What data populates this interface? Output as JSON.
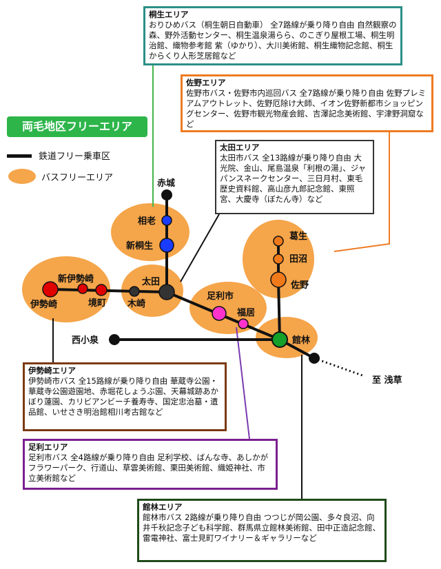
{
  "title": "両毛地区フリーエリア",
  "legend": {
    "rail": "鉄道フリー乗車区",
    "bus": "バスフリーエリア"
  },
  "stations": {
    "akagi": "赤城",
    "aioi": "相老",
    "shinkiryu": "新桐生",
    "ota": "太田",
    "kizaki": "木崎",
    "sakaimachi": "境町",
    "shinisesaki": "新伊勢崎",
    "isesaki": "伊勢崎",
    "nishikoizumi": "西小泉",
    "ashikagashi": "足利市",
    "fukui": "福居",
    "tatebayashi": "館林",
    "asakusa": "至 浅草",
    "kuzuu": "葛生",
    "tanuma": "田沼",
    "sano": "佐野"
  },
  "areas": {
    "kiryu": {
      "title": "桐生エリア",
      "body": "おりひめバス（桐生朝日自動車） 全7路線が乗り降り自由 自然観察の森、野外活動センター、桐生温泉湯らら、のこぎり屋根工場、桐生明治館、織物参考館 紫（ゆかり）、大川美術館、桐生織物記念館、桐生からくり人形芝居館など"
    },
    "sano": {
      "title": "佐野エリア",
      "body": "佐野市バス・佐野市内巡回バス 全7路線が乗り降り自由 佐野プレミアムアウトレット、佐野厄除け大師、イオン佐野新都市ショッピングセンター、佐野市観光物産会館、吉澤記念美術館、宇津野洞窟など"
    },
    "ota": {
      "title": "太田エリア",
      "body": "太田市バス 全13路線が乗り降り自由 大光院、金山、尾島温泉「利根の湯」、ジャパンスネークセンター、三日月村、東毛歴史資料館、高山彦九郎記念館、東照宮、大慶寺（ぼたん寺）など"
    },
    "isesaki": {
      "title": "伊勢崎エリア",
      "body": "伊勢崎市バス 全15路線が乗り降り自由 華蔵寺公園・華蔵寺公園遊園地、赤堀花しょうぶ園、天幕城跡あかぼり蓮園、カリビアンビーチ養寿寺、国定忠治墓・遺品館、いせさき明治館相川考古館など"
    },
    "ashikaga": {
      "title": "足利エリア",
      "body": "足利市バス 全4路線が乗り降り自由 足利学校、ばんな寺、あしかがフラワーパーク、行道山、草雲美術館、栗田美術館、織姫神社、市立美術館など"
    },
    "tatebayashi": {
      "title": "館林エリア",
      "body": "館林市バス 2路線が乗り降り自由 つつじが岡公園、多々良沼、向井千秋記念子ども科学館、群馬県立館林美術館、田中正造記念館、雷電神社、富士見町ワイナリー＆ギャラリーなど"
    }
  },
  "colors": {
    "bus_area": "#f5a54a",
    "rail": "#111111",
    "kiryu_line": "#1a3cff",
    "isesaki_line": "#e00000",
    "ota_hub": "#333333",
    "ashikaga_line": "#ff33cc",
    "tatebayashi_hub": "#15a02a",
    "sano_line": "#f07a1a",
    "connector_kiryu": "#43b549",
    "connector_ashikaga": "#7a3ab0"
  }
}
